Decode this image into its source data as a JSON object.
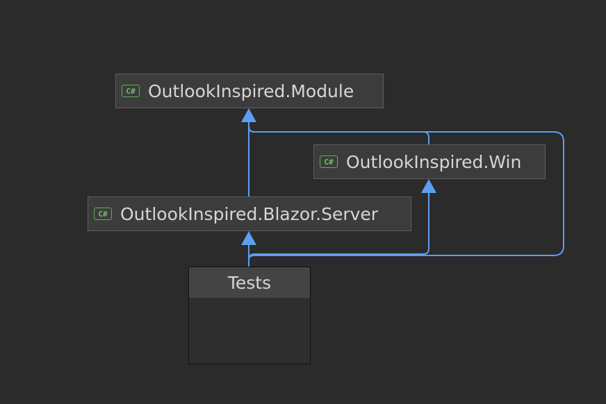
{
  "diagram": {
    "nodes": {
      "module": {
        "label": "OutlookInspired.Module",
        "icon": "csharp-project-icon",
        "icon_text": "C#"
      },
      "win": {
        "label": "OutlookInspired.Win",
        "icon": "csharp-project-icon",
        "icon_text": "C#"
      },
      "blazor": {
        "label": "OutlookInspired.Blazor.Server",
        "icon": "csharp-project-icon",
        "icon_text": "C#"
      },
      "tests": {
        "label": "Tests"
      }
    },
    "edges": [
      {
        "from": "OutlookInspired.Blazor.Server",
        "to": "OutlookInspired.Module"
      },
      {
        "from": "OutlookInspired.Win",
        "to": "OutlookInspired.Module"
      },
      {
        "from": "Tests",
        "to": "OutlookInspired.Blazor.Server"
      },
      {
        "from": "Tests",
        "to": "OutlookInspired.Win"
      },
      {
        "from": "Tests",
        "to": "OutlookInspired.Module"
      }
    ],
    "colors": {
      "background": "#2b2b2b",
      "node_fill": "#3c3c3c",
      "node_border": "#5f5f5f",
      "edge": "#5c9ff0",
      "icon": "#58b558",
      "text": "#d6d6d6"
    }
  }
}
